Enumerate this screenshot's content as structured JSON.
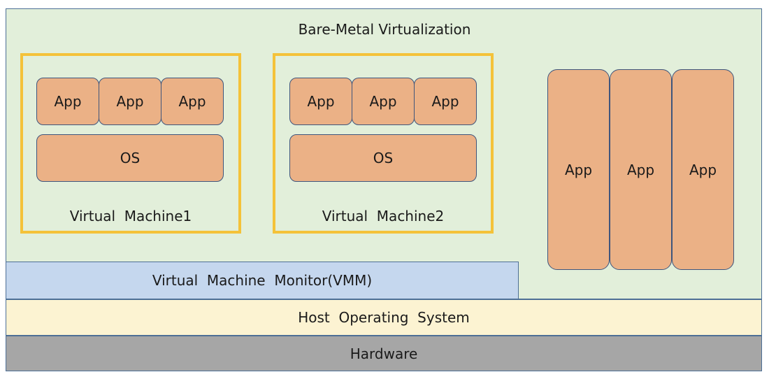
{
  "bare_metal": {
    "title": "Bare-Metal Virtualization"
  },
  "vm1": {
    "apps": [
      "App",
      "App",
      "App"
    ],
    "os": "OS",
    "label": "Virtual  Machine1"
  },
  "vm2": {
    "apps": [
      "App",
      "App",
      "App"
    ],
    "os": "OS",
    "label": "Virtual  Machine2"
  },
  "native_apps": [
    "App",
    "App",
    "App"
  ],
  "vmm": {
    "label": "Virtual  Machine  Monitor(VMM)"
  },
  "host_os": {
    "label": "Host  Operating  System"
  },
  "hardware": {
    "label": "Hardware"
  },
  "colors": {
    "bare_metal_bg": "#e2efda",
    "vm_frame": "#f4c239",
    "box_fill": "#ebb186",
    "vmm_bg": "#c5d7ee",
    "host_os_bg": "#fcf3d2",
    "hardware_bg": "#a6a6a6"
  }
}
